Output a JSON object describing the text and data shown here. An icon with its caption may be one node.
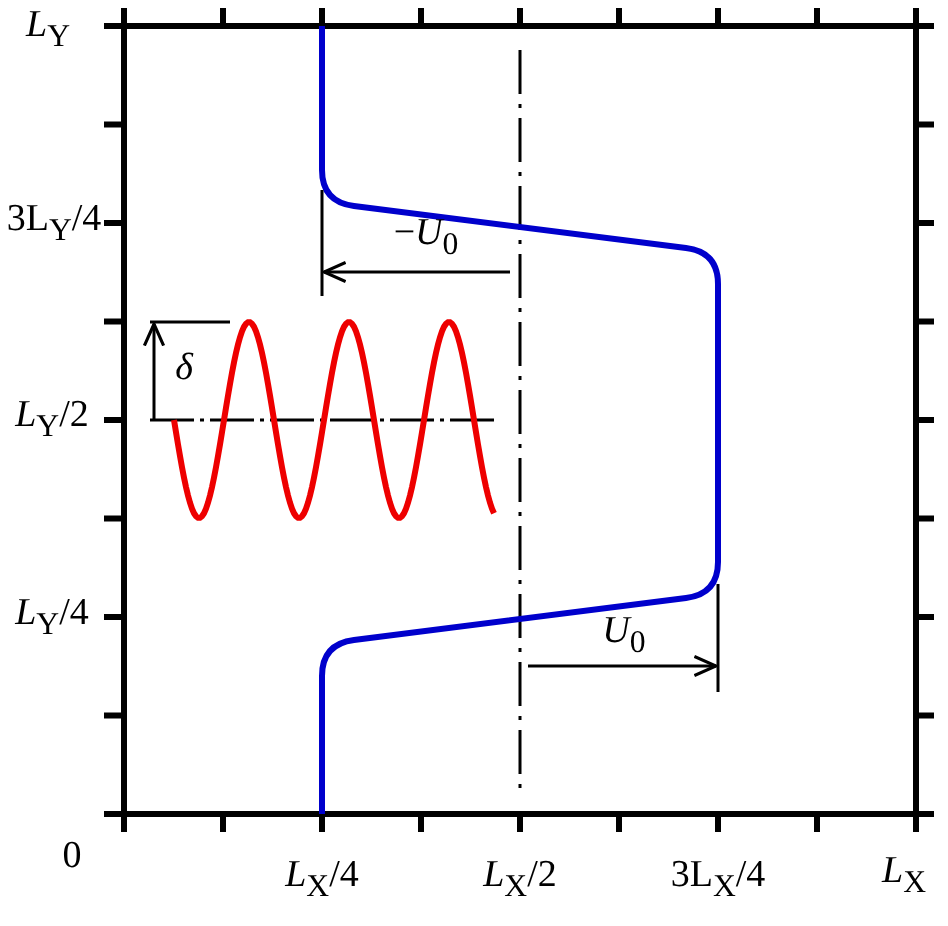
{
  "diagram": {
    "labels": [
      "*L*$_{Y}$",
      "3L$_{Y}$/4",
      "−*U*$_{0}$",
      "*δ*",
      "*L*$_{Y}$/2",
      "*L*$_{Y}$/4",
      "*U*$_{0}$",
      "0",
      "*L*$_{X}$/4",
      "*L*$_{X}$/2",
      "3L$_{X}$/4",
      "*L*$_{X}$"
    ]
  }
}
